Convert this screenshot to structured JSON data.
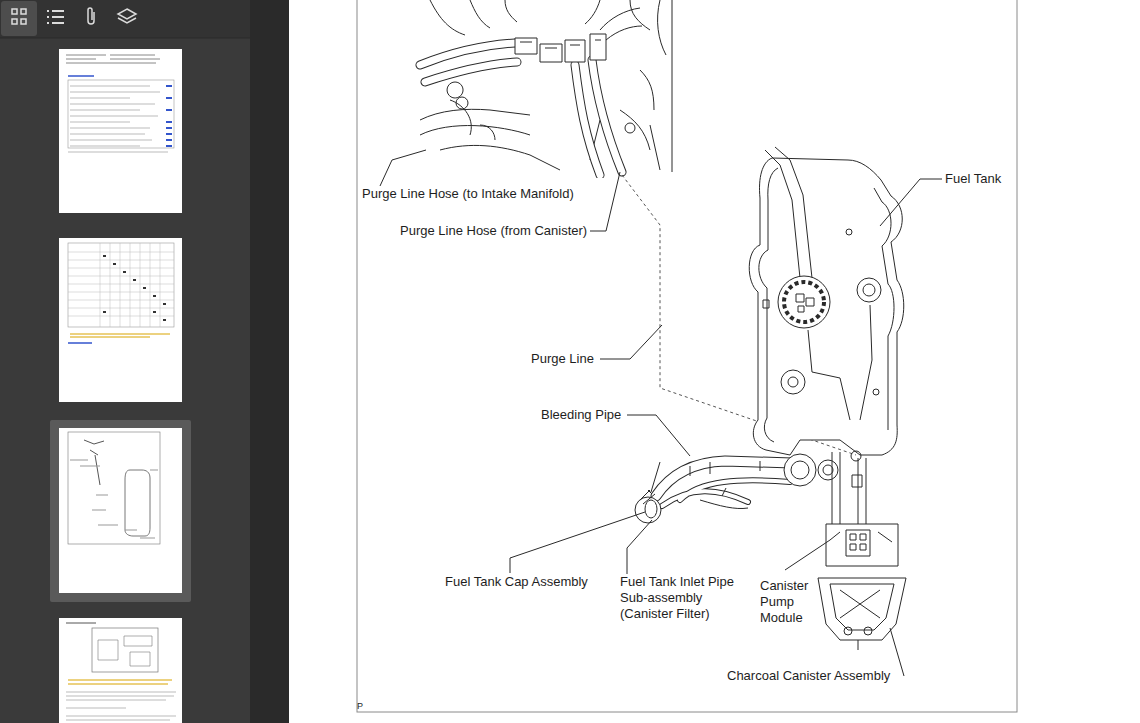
{
  "diagram": {
    "labels": [
      "Purge Line Hose (to Intake Manifold)",
      "Purge Line Hose (from Canister)",
      "Fuel Tank",
      "Purge Line",
      "Bleeding Pipe",
      "Fuel Tank Cap Assembly",
      "Fuel Tank Inlet Pipe Sub-assembly (Canister Filter)",
      "Canister Pump Module",
      "Charcoal Canister Assembly",
      "P"
    ]
  }
}
